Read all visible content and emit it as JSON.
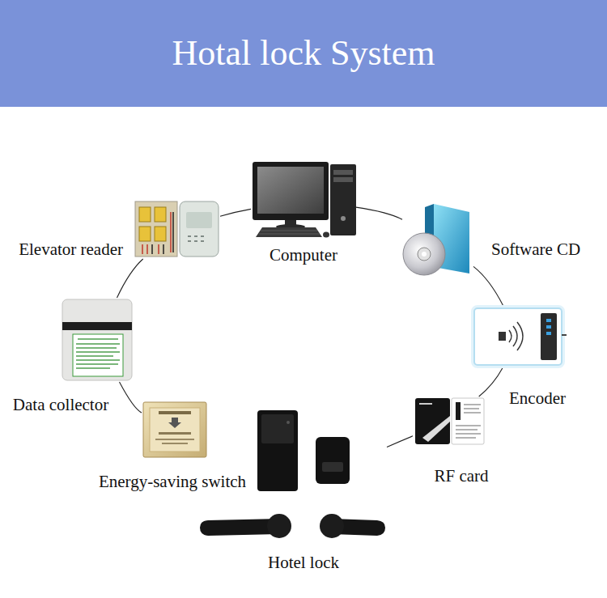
{
  "diagram": {
    "title": "Hotal lock System",
    "nodes": [
      {
        "text": [
          "Computer"
        ]
      },
      {
        "text": [
          "Software CD"
        ]
      },
      {
        "text": [
          "Encoder"
        ]
      },
      {
        "text": [
          "RF card"
        ]
      },
      {
        "text": [
          "Hotel lock"
        ]
      },
      {
        "text": [
          "Energy-saving switch"
        ]
      },
      {
        "text": [
          "Data collector"
        ]
      },
      {
        "text": [
          "Elevator reader"
        ]
      }
    ],
    "edges": [
      {
        "from": 0,
        "to": 1,
        "arrow": "none"
      },
      {
        "from": 1,
        "to": 2,
        "arrow": "none"
      },
      {
        "from": 2,
        "to": 3,
        "arrow": "none"
      },
      {
        "from": 3,
        "to": 4,
        "arrow": "none"
      },
      {
        "from": 5,
        "to": 6,
        "arrow": "none"
      },
      {
        "from": 6,
        "to": 7,
        "arrow": "none"
      },
      {
        "from": 7,
        "to": 0,
        "arrow": "none"
      }
    ]
  }
}
